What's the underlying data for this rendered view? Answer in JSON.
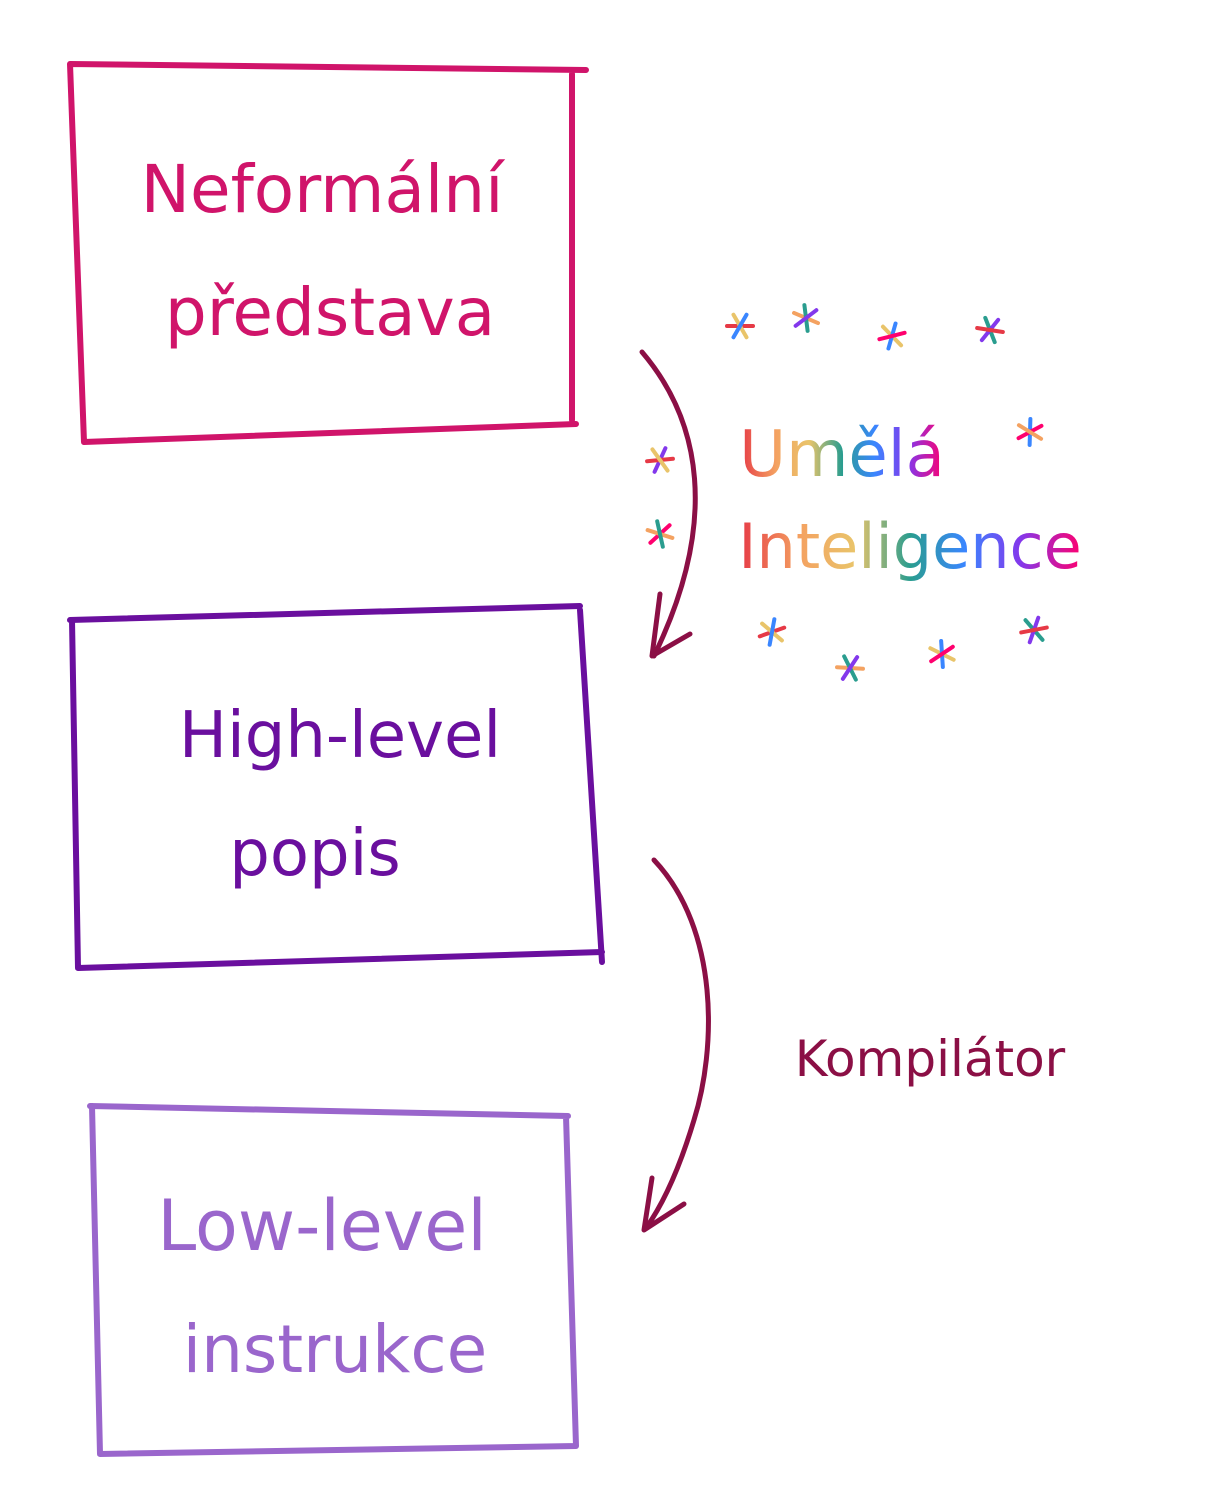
{
  "boxes": [
    {
      "line1": "Neformální",
      "line2": "představa",
      "color": "#d0146a"
    },
    {
      "line1": "High-level",
      "line2": "popis",
      "color": "#6a0f9e"
    },
    {
      "line1": "Low-level",
      "line2": "instrukce",
      "color": "#9a66cc"
    }
  ],
  "arrows": [
    {
      "label_line1": "Umělá",
      "label_line2": "Inteligence",
      "color": "#8b0f45"
    },
    {
      "label": "Kompilátor",
      "color": "#8b0f45"
    }
  ],
  "rainbow_colors": [
    "#e63946",
    "#f4a261",
    "#e9c46a",
    "#2a9d8f",
    "#3a86ff",
    "#8338ec",
    "#ff006e"
  ]
}
